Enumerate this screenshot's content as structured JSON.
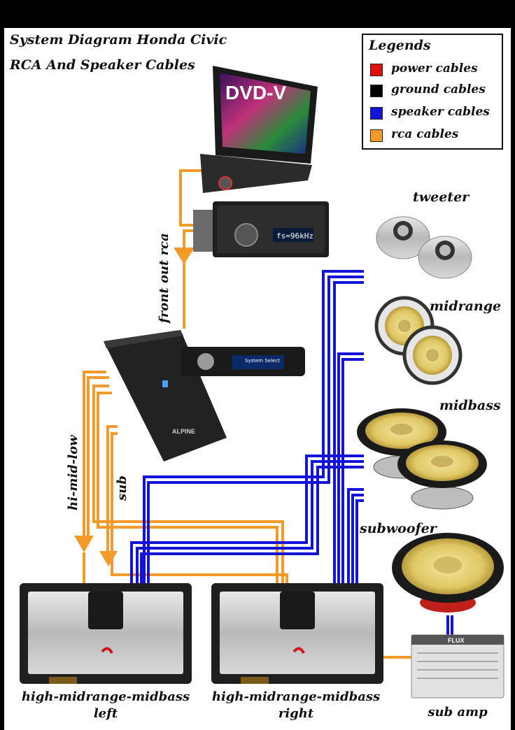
{
  "title": {
    "line1": "System Diagram Honda Civic",
    "line2": "RCA And Speaker Cables"
  },
  "legend": {
    "title": "Legends",
    "items": [
      {
        "label": "power cables",
        "color": "#e01010"
      },
      {
        "label": "ground cables",
        "color": "#000000"
      },
      {
        "label": "speaker cables",
        "color": "#1414d8"
      },
      {
        "label": "rca cables",
        "color": "#f39a2a"
      }
    ]
  },
  "head_unit": {
    "screen_text": "DVD-V",
    "display_text": "fs=96kHz"
  },
  "processor": {
    "remote_text": "System Select",
    "brand": "ALPINE"
  },
  "cable_labels": {
    "front_out": "front out rca",
    "hi_mid_low": "hi-mid-low",
    "sub": "sub"
  },
  "speakers": {
    "tweeter": "tweeter",
    "midrange": "midrange",
    "midbass": "midbass",
    "subwoofer": "subwoofer"
  },
  "amps": {
    "left_line1": "high-midrange-midbass",
    "left_line2": "left",
    "right_line1": "high-midrange-midbass",
    "right_line2": "right",
    "sub_amp": "sub amp",
    "sub_amp_brand": "FLUX"
  },
  "colors": {
    "rca": "#f39a2a",
    "speaker": "#1414d8",
    "power": "#e01010"
  }
}
